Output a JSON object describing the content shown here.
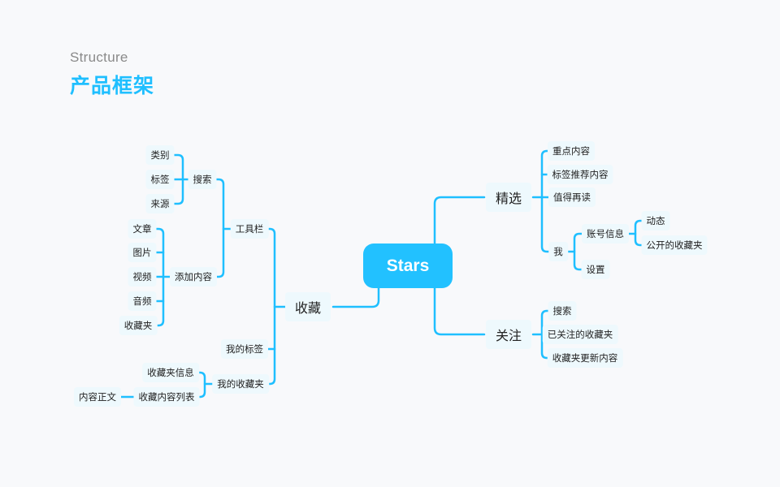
{
  "header": {
    "subtitle": "Structure",
    "title": "产品框架"
  },
  "accent_color": "#1fbfff",
  "root": "Stars",
  "left": {
    "collect": "收藏",
    "toolbar": "工具栏",
    "search": "搜索",
    "search_items": [
      "类别",
      "标签",
      "来源"
    ],
    "add_content": "添加内容",
    "add_items": [
      "文章",
      "图片",
      "视频",
      "音频",
      "收藏夹"
    ],
    "my_tags": "我的标签",
    "my_folders": "我的收藏夹",
    "folder_info": "收藏夹信息",
    "folder_list": "收藏内容列表",
    "content_body": "内容正文"
  },
  "right": {
    "featured": "精选",
    "featured_items": [
      "重点内容",
      "标签推荐内容",
      "值得再读"
    ],
    "me": "我",
    "account": "账号信息",
    "account_items": [
      "动态",
      "公开的收藏夹"
    ],
    "settings": "设置",
    "follow": "关注",
    "follow_items": [
      "搜索",
      "已关注的收藏夹",
      "收藏夹更新内容"
    ]
  }
}
